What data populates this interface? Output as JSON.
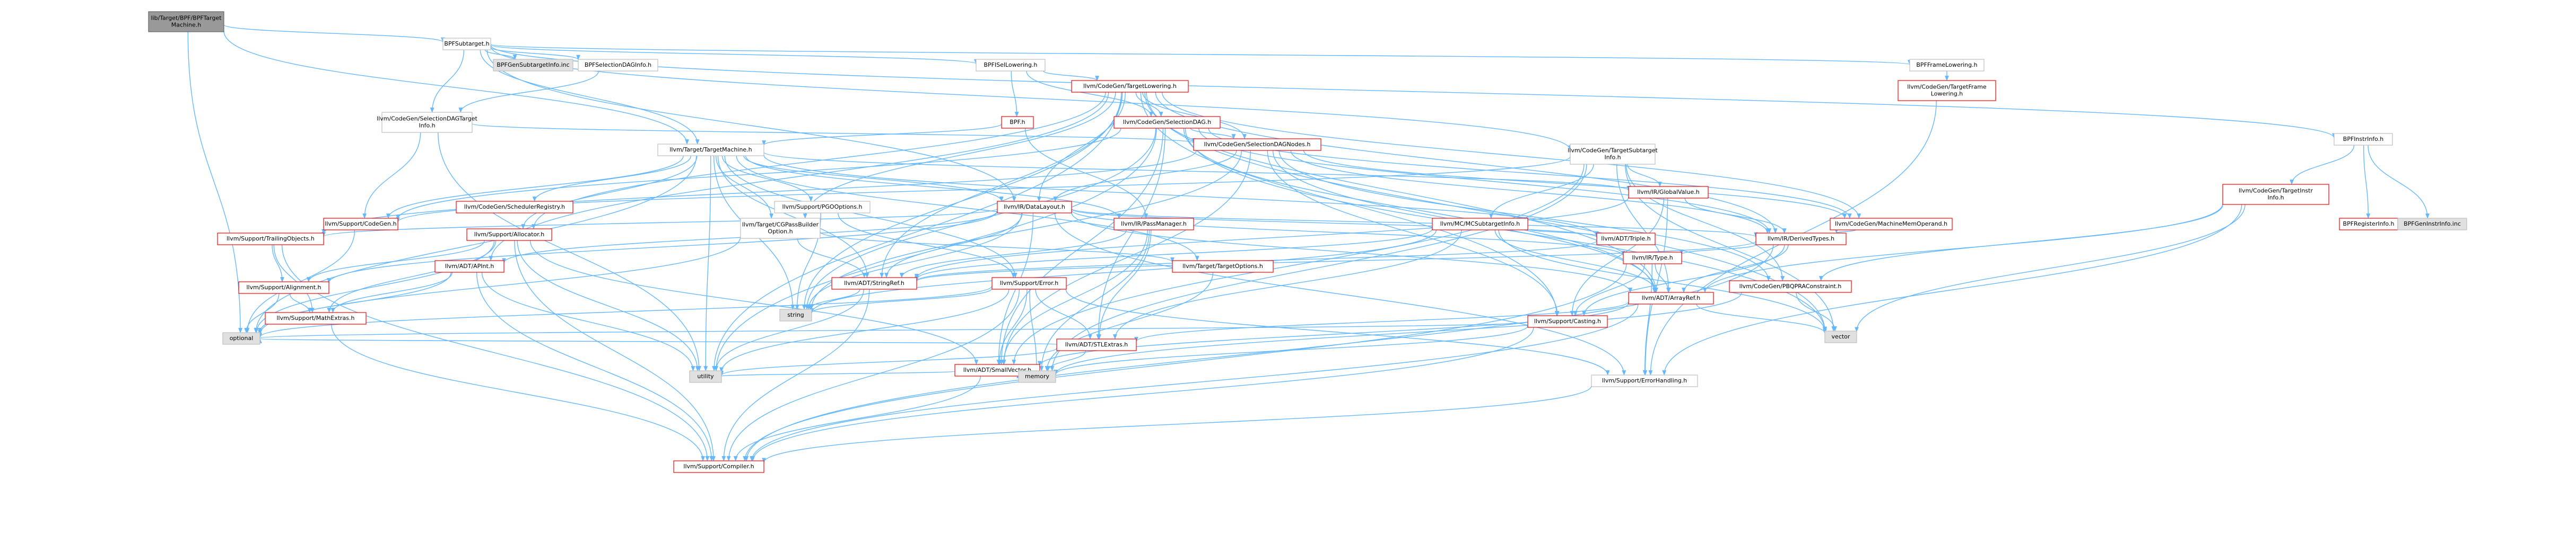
{
  "colors": {
    "edge_default": "#63b8ff",
    "edge_alt": "#999999",
    "edge_red": "#e05a5a",
    "node_border_red": "#ff0000",
    "node_border_gray": "#bfbfbf",
    "node_fill_white": "#ffffff",
    "node_fill_gray": "#e0e0e0",
    "node_fill_root": "#999999",
    "text_normal": "#000000"
  },
  "nodes": [
    {
      "id": "root",
      "lines": [
        "lib/Target/BPF/BPFTarget",
        "Machine.h"
      ],
      "style": "root"
    },
    {
      "id": "bpfsubtarget",
      "lines": [
        "BPFSubtarget.h"
      ],
      "style": "plain"
    },
    {
      "id": "bpfgensub",
      "lines": [
        "BPFGenSubtargetInfo.inc"
      ],
      "style": "gray"
    },
    {
      "id": "bpfseldag",
      "lines": [
        "BPFSelectionDAGInfo.h"
      ],
      "style": "plain"
    },
    {
      "id": "bpfisel",
      "lines": [
        "BPFISelLowering.h"
      ],
      "style": "plain"
    },
    {
      "id": "bpfframe",
      "lines": [
        "BPFFrameLowering.h"
      ],
      "style": "plain"
    },
    {
      "id": "bpfinstrinfo",
      "lines": [
        "BPFInstrInfo.h"
      ],
      "style": "plain"
    },
    {
      "id": "tframelow",
      "lines": [
        "llvm/CodeGen/TargetFrame",
        "Lowering.h"
      ],
      "style": "red"
    },
    {
      "id": "tlowering",
      "lines": [
        "llvm/CodeGen/TargetLowering.h"
      ],
      "style": "red"
    },
    {
      "id": "bpfh",
      "lines": [
        "BPF.h"
      ],
      "style": "red"
    },
    {
      "id": "seldagh",
      "lines": [
        "llvm/CodeGen/SelectionDAG.h"
      ],
      "style": "red"
    },
    {
      "id": "seldagnodes",
      "lines": [
        "llvm/CodeGen/SelectionDAGNodes.h"
      ],
      "style": "red"
    },
    {
      "id": "seldagtarget",
      "lines": [
        "llvm/CodeGen/SelectionDAGTarget",
        "Info.h"
      ],
      "style": "plain"
    },
    {
      "id": "tsubtarget",
      "lines": [
        "llvm/CodeGen/TargetSubtarget",
        "Info.h"
      ],
      "style": "plain"
    },
    {
      "id": "ttm",
      "lines": [
        "llvm/Target/TargetMachine.h"
      ],
      "style": "plain"
    },
    {
      "id": "schedreg",
      "lines": [
        "llvm/CodeGen/SchedulerRegistry.h"
      ],
      "style": "red"
    },
    {
      "id": "pgoopt",
      "lines": [
        "llvm/Support/PGOOptions.h"
      ],
      "style": "plain"
    },
    {
      "id": "datalayout",
      "lines": [
        "llvm/IR/DataLayout.h"
      ],
      "style": "red"
    },
    {
      "id": "globalvalue",
      "lines": [
        "llvm/IR/GlobalValue.h"
      ],
      "style": "red"
    },
    {
      "id": "mcsubtarget",
      "lines": [
        "llvm/MC/MCSubtargetInfo.h"
      ],
      "style": "red"
    },
    {
      "id": "passmanager",
      "lines": [
        "llvm/IR/PassManager.h"
      ],
      "style": "red"
    },
    {
      "id": "tcgpass",
      "lines": [
        "llvm/Target/CGPassBuilder",
        "Option.h"
      ],
      "style": "plain"
    },
    {
      "id": "supalloc",
      "lines": [
        "llvm/Support/Allocator.h"
      ],
      "style": "red"
    },
    {
      "id": "trailing",
      "lines": [
        "llvm/Support/TrailingObjects.h"
      ],
      "style": "red"
    },
    {
      "id": "supcodegen",
      "lines": [
        "llvm/Support/CodeGen.h"
      ],
      "style": "red"
    },
    {
      "id": "machmemop",
      "lines": [
        "llvm/CodeGen/MachineMemOperand.h"
      ],
      "style": "red"
    },
    {
      "id": "derivedtypes",
      "lines": [
        "llvm/IR/DerivedTypes.h"
      ],
      "style": "red"
    },
    {
      "id": "irtype",
      "lines": [
        "llvm/IR/Type.h"
      ],
      "style": "red"
    },
    {
      "id": "triple",
      "lines": [
        "llvm/ADT/Triple.h"
      ],
      "style": "red"
    },
    {
      "id": "ttargetopts",
      "lines": [
        "llvm/Target/TargetOptions.h"
      ],
      "style": "red"
    },
    {
      "id": "tinstrinfo",
      "lines": [
        "llvm/CodeGen/TargetInstr",
        "Info.h"
      ],
      "style": "red"
    },
    {
      "id": "pbqp",
      "lines": [
        "llvm/CodeGen/PBQPRAConstraint.h"
      ],
      "style": "red"
    },
    {
      "id": "apint",
      "lines": [
        "llvm/ADT/APInt.h"
      ],
      "style": "red"
    },
    {
      "id": "alignment",
      "lines": [
        "llvm/Support/Alignment.h"
      ],
      "style": "red"
    },
    {
      "id": "matheextras",
      "lines": [
        "llvm/Support/MathExtras.h"
      ],
      "style": "red"
    },
    {
      "id": "stringref",
      "lines": [
        "llvm/ADT/StringRef.h"
      ],
      "style": "red"
    },
    {
      "id": "superror",
      "lines": [
        "llvm/Support/Error.h"
      ],
      "style": "red"
    },
    {
      "id": "arrayref",
      "lines": [
        "llvm/ADT/ArrayRef.h"
      ],
      "style": "red"
    },
    {
      "id": "casting",
      "lines": [
        "llvm/Support/Casting.h"
      ],
      "style": "red"
    },
    {
      "id": "stlextras",
      "lines": [
        "llvm/ADT/STLExtras.h"
      ],
      "style": "red"
    },
    {
      "id": "smallvector",
      "lines": [
        "llvm/ADT/SmallVector.h"
      ],
      "style": "red"
    },
    {
      "id": "errhandling",
      "lines": [
        "llvm/Support/ErrorHandling.h"
      ],
      "style": "plain"
    },
    {
      "id": "compiler",
      "lines": [
        "llvm/Support/Compiler.h"
      ],
      "style": "red"
    },
    {
      "id": "bpfreginfo",
      "lines": [
        "BPFRegisterInfo.h"
      ],
      "style": "red"
    },
    {
      "id": "bpfgeninstr",
      "lines": [
        "BPFGenInstrInfo.inc"
      ],
      "style": "gray"
    },
    {
      "id": "string",
      "lines": [
        "string"
      ],
      "style": "gray"
    },
    {
      "id": "vector",
      "lines": [
        "vector"
      ],
      "style": "gray"
    },
    {
      "id": "optional",
      "lines": [
        "optional"
      ],
      "style": "gray"
    },
    {
      "id": "utility",
      "lines": [
        "utility"
      ],
      "style": "gray"
    },
    {
      "id": "memory",
      "lines": [
        "memory"
      ],
      "style": "gray"
    }
  ],
  "edges": [
    [
      "root",
      "bpfsubtarget"
    ],
    [
      "root",
      "ttm"
    ],
    [
      "root",
      "optional"
    ],
    [
      "bpfsubtarget",
      "bpfgensub"
    ],
    [
      "bpfsubtarget",
      "bpfseldag"
    ],
    [
      "bpfsubtarget",
      "bpfisel"
    ],
    [
      "bpfsubtarget",
      "bpfframe"
    ],
    [
      "bpfsubtarget",
      "bpfinstrinfo"
    ],
    [
      "bpfsubtarget",
      "tsubtarget"
    ],
    [
      "bpfsubtarget",
      "seldagtarget"
    ],
    [
      "bpfsubtarget",
      "ttm"
    ],
    [
      "bpfsubtarget",
      "datalayout"
    ],
    [
      "bpfseldag",
      "seldagtarget"
    ],
    [
      "bpfisel",
      "tlowering"
    ],
    [
      "bpfisel",
      "bpfh"
    ],
    [
      "bpfisel",
      "seldagh"
    ],
    [
      "bpfframe",
      "tframelow"
    ],
    [
      "bpfinstrinfo",
      "tinstrinfo"
    ],
    [
      "bpfinstrinfo",
      "bpfreginfo"
    ],
    [
      "bpfinstrinfo",
      "bpfgeninstr"
    ],
    [
      "tframelow",
      "errhandling"
    ],
    [
      "tlowering",
      "seldagh"
    ],
    [
      "tlowering",
      "seldagnodes"
    ],
    [
      "tlowering",
      "derivedtypes"
    ],
    [
      "tlowering",
      "datalayout"
    ],
    [
      "tlowering",
      "machmemop"
    ],
    [
      "tlowering",
      "arrayref"
    ],
    [
      "tlowering",
      "string"
    ],
    [
      "tlowering",
      "vector"
    ],
    [
      "tlowering",
      "utility"
    ],
    [
      "tlowering",
      "supalloc"
    ],
    [
      "tlowering",
      "apint"
    ],
    [
      "tlowering",
      "stringref"
    ],
    [
      "tlowering",
      "casting"
    ],
    [
      "tlowering",
      "tcgpass"
    ],
    [
      "bpfh",
      "ttm"
    ],
    [
      "bpfh",
      "passmanager"
    ],
    [
      "seldagh",
      "seldagnodes"
    ],
    [
      "seldagh",
      "supcodegen"
    ],
    [
      "seldagh",
      "machmemop"
    ],
    [
      "seldagh",
      "arrayref"
    ],
    [
      "seldagh",
      "stlextras"
    ],
    [
      "seldagh",
      "smallvector"
    ],
    [
      "seldagh",
      "string"
    ],
    [
      "seldagh",
      "vector"
    ],
    [
      "seldagh",
      "utility"
    ],
    [
      "seldagh",
      "derivedtypes"
    ],
    [
      "seldagnodes",
      "datalayout"
    ],
    [
      "seldagnodes",
      "derivedtypes"
    ],
    [
      "seldagnodes",
      "arrayref"
    ],
    [
      "seldagnodes",
      "smallvector"
    ],
    [
      "seldagnodes",
      "string"
    ],
    [
      "seldagnodes",
      "trailing"
    ],
    [
      "seldagnodes",
      "machmemop"
    ],
    [
      "seldagnodes",
      "casting"
    ],
    [
      "seldagnodes",
      "pbqp"
    ],
    [
      "seldagtarget",
      "seldagnodes"
    ],
    [
      "seldagtarget",
      "supcodegen"
    ],
    [
      "seldagtarget",
      "utility"
    ],
    [
      "tsubtarget",
      "mcsubtarget"
    ],
    [
      "tsubtarget",
      "globalvalue"
    ],
    [
      "tsubtarget",
      "pbqp"
    ],
    [
      "tsubtarget",
      "supcodegen"
    ],
    [
      "tsubtarget",
      "arrayref"
    ],
    [
      "tsubtarget",
      "smallvector"
    ],
    [
      "tsubtarget",
      "vector"
    ],
    [
      "tsubtarget",
      "memory"
    ],
    [
      "ttm",
      "schedreg"
    ],
    [
      "ttm",
      "pgoopt"
    ],
    [
      "ttm",
      "datalayout"
    ],
    [
      "ttm",
      "passmanager"
    ],
    [
      "ttm",
      "tcgpass"
    ],
    [
      "ttm",
      "supalloc"
    ],
    [
      "ttm",
      "supcodegen"
    ],
    [
      "ttm",
      "triple"
    ],
    [
      "ttm",
      "ttargetopts"
    ],
    [
      "ttm",
      "stringref"
    ],
    [
      "ttm",
      "superror"
    ],
    [
      "ttm",
      "optional"
    ],
    [
      "ttm",
      "string"
    ],
    [
      "ttm",
      "utility"
    ],
    [
      "ttm",
      "globalvalue"
    ],
    [
      "pgoopt",
      "superror"
    ],
    [
      "pgoopt",
      "string"
    ],
    [
      "datalayout",
      "apint"
    ],
    [
      "datalayout",
      "arrayref"
    ],
    [
      "datalayout",
      "stringref"
    ],
    [
      "datalayout",
      "derivedtypes"
    ],
    [
      "datalayout",
      "irtype"
    ],
    [
      "datalayout",
      "alignment"
    ],
    [
      "datalayout",
      "trailing"
    ],
    [
      "datalayout",
      "smallvector"
    ],
    [
      "datalayout",
      "string"
    ],
    [
      "datalayout",
      "triple"
    ],
    [
      "datalayout",
      "errhandling"
    ],
    [
      "globalvalue",
      "derivedtypes"
    ],
    [
      "globalvalue",
      "casting"
    ],
    [
      "globalvalue",
      "stringref"
    ],
    [
      "globalvalue",
      "errhandling"
    ],
    [
      "mcsubtarget",
      "arrayref"
    ],
    [
      "mcsubtarget",
      "stringref"
    ],
    [
      "mcsubtarget",
      "stlextras"
    ],
    [
      "mcsubtarget",
      "triple"
    ],
    [
      "mcsubtarget",
      "string"
    ],
    [
      "mcsubtarget",
      "vector"
    ],
    [
      "passmanager",
      "stringref"
    ],
    [
      "passmanager",
      "stlextras"
    ],
    [
      "passmanager",
      "smallvector"
    ],
    [
      "passmanager",
      "memory"
    ],
    [
      "tcgpass",
      "stringref"
    ],
    [
      "tcgpass",
      "ttargetopts"
    ],
    [
      "tcgpass",
      "optional"
    ],
    [
      "supalloc",
      "alignment"
    ],
    [
      "supalloc",
      "matheextras"
    ],
    [
      "supalloc",
      "compiler"
    ],
    [
      "supalloc",
      "smallvector"
    ],
    [
      "supalloc",
      "optional"
    ],
    [
      "supalloc",
      "utility"
    ],
    [
      "trailing",
      "alignment"
    ],
    [
      "trailing",
      "matheextras"
    ],
    [
      "trailing",
      "compiler"
    ],
    [
      "supcodegen",
      "optional"
    ],
    [
      "machmemop",
      "derivedtypes"
    ],
    [
      "derivedtypes",
      "irtype"
    ],
    [
      "derivedtypes",
      "arrayref"
    ],
    [
      "derivedtypes",
      "casting"
    ],
    [
      "derivedtypes",
      "stringref"
    ],
    [
      "derivedtypes",
      "compiler"
    ],
    [
      "irtype",
      "arrayref"
    ],
    [
      "irtype",
      "casting"
    ],
    [
      "irtype",
      "compiler"
    ],
    [
      "irtype",
      "errhandling"
    ],
    [
      "triple",
      "stringref"
    ],
    [
      "ttargetopts",
      "memory"
    ],
    [
      "tinstrinfo",
      "arrayref"
    ],
    [
      "tinstrinfo",
      "errhandling"
    ],
    [
      "tinstrinfo",
      "vector"
    ],
    [
      "tinstrinfo",
      "pbqp"
    ],
    [
      "pbqp",
      "memory"
    ],
    [
      "pbqp",
      "vector"
    ],
    [
      "apint",
      "matheextras"
    ],
    [
      "apint",
      "compiler"
    ],
    [
      "apint",
      "optional"
    ],
    [
      "apint",
      "utility"
    ],
    [
      "alignment",
      "matheextras"
    ],
    [
      "alignment",
      "optional"
    ],
    [
      "matheextras",
      "compiler"
    ],
    [
      "stringref",
      "compiler"
    ],
    [
      "stringref",
      "string"
    ],
    [
      "stringref",
      "utility"
    ],
    [
      "superror",
      "smallvector"
    ],
    [
      "superror",
      "stlextras"
    ],
    [
      "superror",
      "errhandling"
    ],
    [
      "superror",
      "compiler"
    ],
    [
      "superror",
      "optional"
    ],
    [
      "superror",
      "string"
    ],
    [
      "superror",
      "utility"
    ],
    [
      "superror",
      "memory"
    ],
    [
      "arrayref",
      "smallvector"
    ],
    [
      "arrayref",
      "stlextras"
    ],
    [
      "arrayref",
      "compiler"
    ],
    [
      "arrayref",
      "vector"
    ],
    [
      "casting",
      "compiler"
    ],
    [
      "casting",
      "memory"
    ],
    [
      "casting",
      "optional"
    ],
    [
      "stlextras",
      "utility"
    ],
    [
      "stlextras",
      "memory"
    ],
    [
      "stlextras",
      "optional"
    ],
    [
      "smallvector",
      "compiler"
    ],
    [
      "smallvector",
      "utility"
    ],
    [
      "smallvector",
      "memory"
    ],
    [
      "errhandling",
      "compiler"
    ]
  ]
}
